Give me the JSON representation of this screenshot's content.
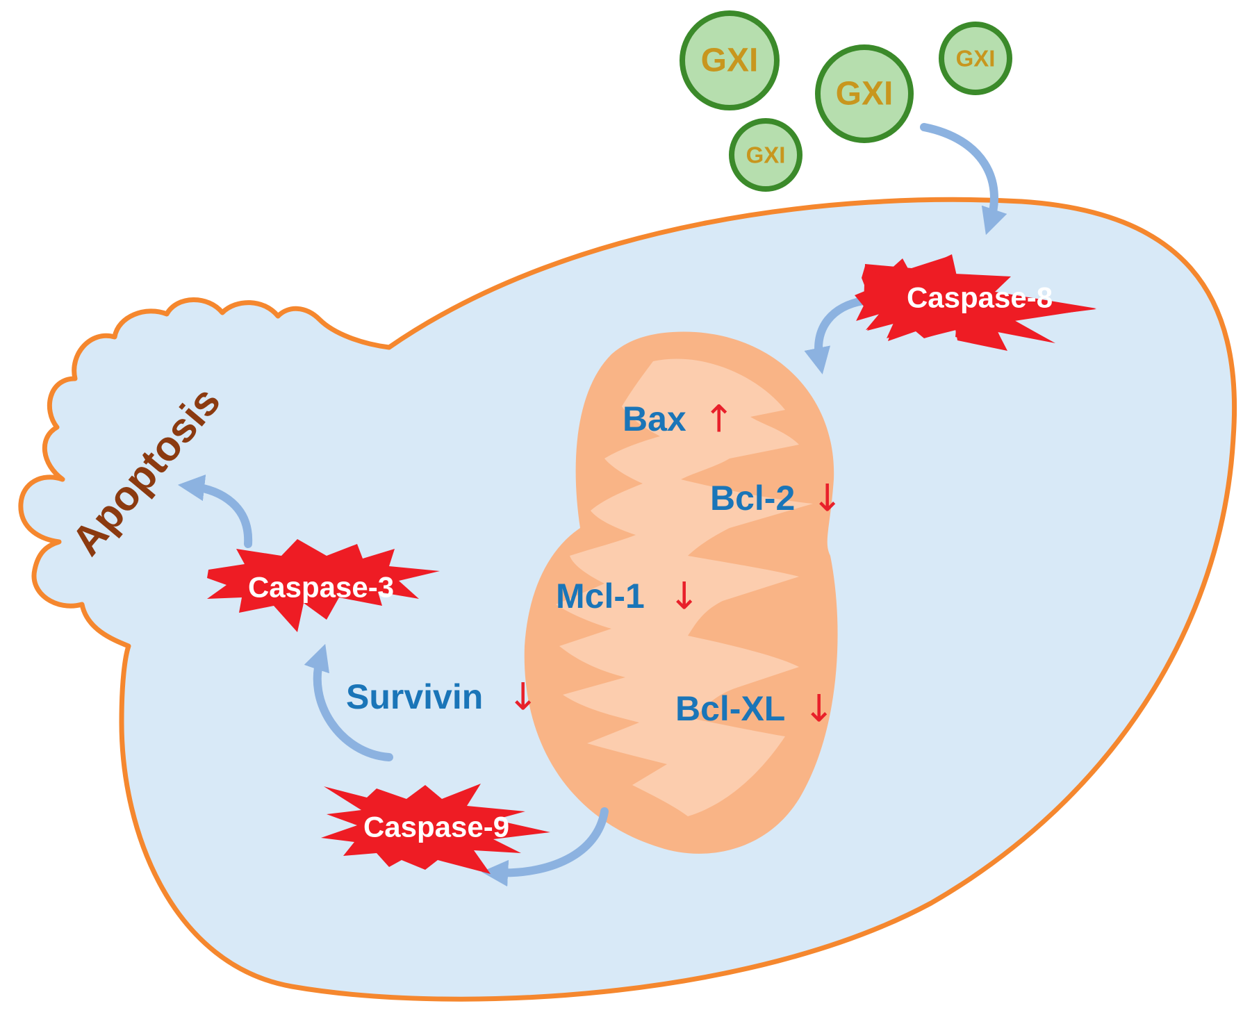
{
  "colors": {
    "cell_fill": "#d8e9f7",
    "cell_stroke": "#f5872e",
    "mito_outer": "#f9b486",
    "mito_inner": "#fccdae",
    "gxi_fill": "#b6deae",
    "gxi_stroke": "#3b8a2a",
    "caspase_fill": "#ee1c24",
    "arrow_blue": "#8cb2e0",
    "label_blue": "#1a75b8",
    "arrow_red": "#e8202a",
    "apoptosis_text": "#8b3a10"
  },
  "icons": {
    "cell": "cell-membrane-icon",
    "mitochondrion": "mitochondrion-icon",
    "caspase": "starburst-icon",
    "regulation_up": "up-arrow-icon",
    "regulation_down": "down-arrow-icon"
  },
  "molecules": [
    {
      "label": "GXI"
    },
    {
      "label": "GXI"
    },
    {
      "label": "GXI"
    },
    {
      "label": "GXI"
    }
  ],
  "caspases": {
    "c8": "Caspase-8",
    "c3": "Caspase-3",
    "c9": "Caspase-9"
  },
  "apoptosis": "Apoptosis",
  "proteins": {
    "bax": {
      "label": "Bax",
      "arrow": "↑"
    },
    "bcl2": {
      "label": "Bcl-2",
      "arrow": "↓"
    },
    "mcl1": {
      "label": "Mcl-1",
      "arrow": "↓"
    },
    "bclxl": {
      "label": "Bcl-XL",
      "arrow": "↓"
    },
    "survivin": {
      "label": "Survivin",
      "arrow": "↓"
    }
  }
}
